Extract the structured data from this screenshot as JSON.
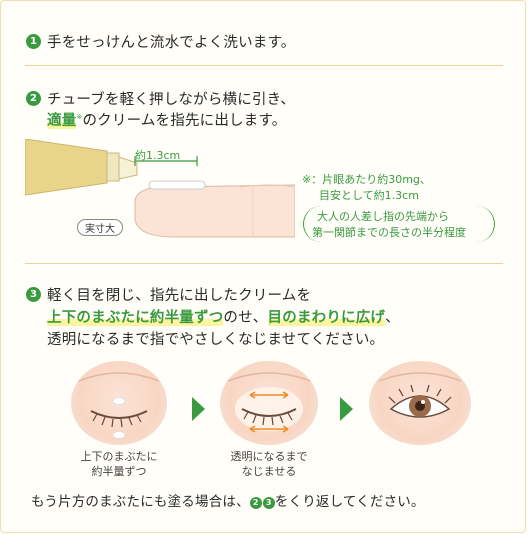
{
  "step1": {
    "number": "1",
    "text": "手をせっけんと流水でよく洗います。"
  },
  "step2": {
    "number": "2",
    "line1": "チューブを軽く押しながら横に引き、",
    "highlight": "適量",
    "asterisk": "※",
    "line2_rest": "のクリームを指先に出します。",
    "measure_label": "約1.3cm",
    "actual_size_label": "実寸大",
    "note1": "※：片眼あたり約30mg、",
    "note2": "目安として約1.3cm",
    "paren1": "大人の人差し指の先端から",
    "paren2": "第一関節までの長さの半分程度"
  },
  "step3": {
    "number": "3",
    "line1": "軽く目を閉じ、指先に出したクリームを",
    "hl1": "上下のまぶたに約半量ずつ",
    "mid": "のせ、",
    "hl2": "目のまわりに広げ",
    "comma": "、",
    "line3": "透明になるまで指でやさしくなじませてください。",
    "caption1a": "上下のまぶたに",
    "caption1b": "約半量ずつ",
    "caption2a": "透明になるまで",
    "caption2b": "なじませる"
  },
  "footer": {
    "pre": "もう片方のまぶたにも塗る場合は、",
    "ref1": "2",
    "ref2": "3",
    "post": "をくり返してください。"
  },
  "colors": {
    "accent": "#3a9a3f",
    "highlight": "#fbf5a0",
    "rule": "#ecd49a",
    "skin": "#f9d6c4"
  }
}
